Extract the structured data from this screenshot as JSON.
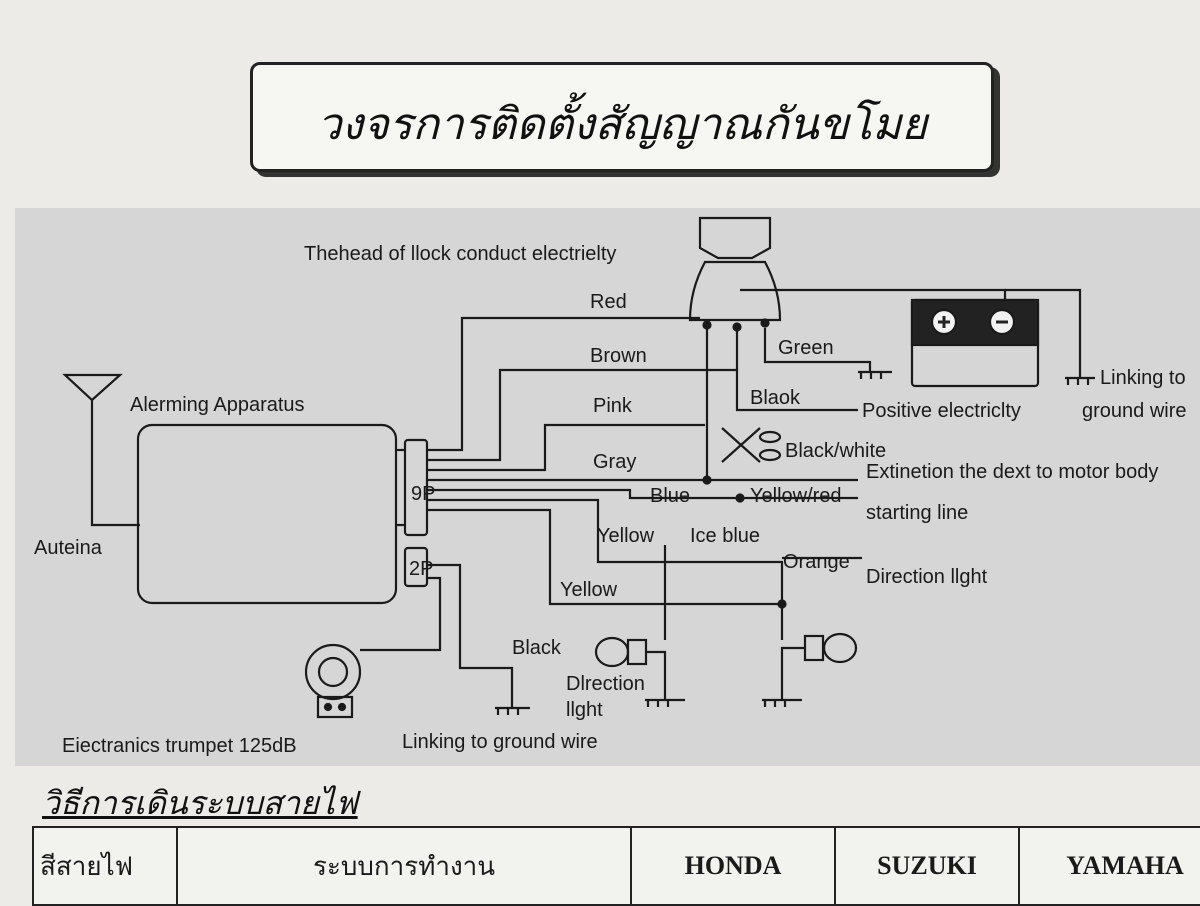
{
  "header": {
    "title": "วงจรการติดตั้งสัญญาณกันขโมย"
  },
  "diagram": {
    "lock_head_label": "Thehead of llock conduct electrielty",
    "alarm_label": "Alerming Apparatus",
    "antenna_label": "Auteina",
    "connector_9p": "9P",
    "connector_2p": "2P",
    "wires": {
      "red": "Red",
      "brown": "Brown",
      "pink": "Pink",
      "gray": "Gray",
      "green": "Green",
      "blaok": "Blaok",
      "black_white": "Black/white",
      "blue": "Blue",
      "yellow_red": "Yellow/red",
      "yellow_1": "Yellow",
      "ice_blue": "Ice blue",
      "orange": "Orange",
      "yellow_2": "Yellow",
      "black": "Black"
    },
    "notes": {
      "positive": "Positive electriclty",
      "ground_right_1": "Linking to",
      "ground_right_2": "ground wire",
      "extinction": "Extinetion the dext to motor body",
      "starting": "starting line",
      "direction_right": "Direction llght",
      "direction_left_1": "Dlrection",
      "direction_left_2": "llght",
      "ground_bottom": "Linking to ground wire",
      "trumpet": "Eiectranics trumpet 125dB"
    }
  },
  "wiring_section": {
    "title": "วิธีการเดินระบบสายไฟ"
  },
  "table": {
    "headers": [
      "สีสายไฟ",
      "ระบบการทำงาน",
      "HONDA",
      "SUZUKI",
      "YAMAHA"
    ]
  }
}
